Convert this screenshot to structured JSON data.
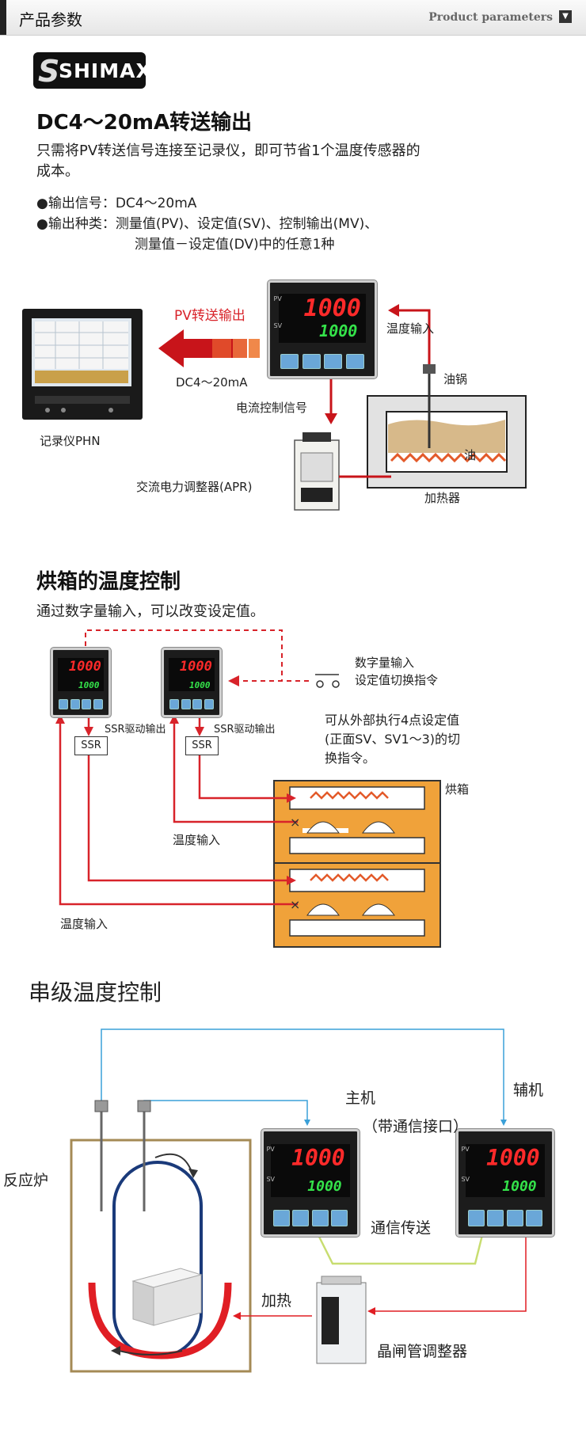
{
  "header": {
    "title": "产品参数",
    "subtitle": "Product parameters",
    "arrow": "▼"
  },
  "logo": {
    "text": "SHIMAX",
    "mark": "S"
  },
  "section1": {
    "title": "DC4～20mA转送输出",
    "desc_line1": "只需将PV转送信号连接至记录仪，即可节省1个温度传感器的",
    "desc_line2": "成本。",
    "bullet1": "●输出信号：DC4～20mA",
    "bullet2": "●输出种类：测量值(PV)、设定值(SV)、控制输出(MV)、",
    "bullet2_cont": "测量值－设定值(DV)中的任意1种",
    "labels": {
      "pv_out": "PV转送输出",
      "dc": "DC4～20mA",
      "recorder": "记录仪PHN",
      "current_signal": "电流控制信号",
      "temp_in": "温度输入",
      "oil_pot": "油锅",
      "oil": "油",
      "heater": "加热器",
      "apr": "交流电力调整器(APR)"
    }
  },
  "section2": {
    "title": "烘箱的温度控制",
    "desc": "通过数字量输入，可以改变设定值。",
    "labels": {
      "digital_in": "数字量输入",
      "sv_switch": "设定值切换指令",
      "note_line1": "可从外部执行4点设定值",
      "note_line2": "(正面SV、SV1～3)的切",
      "note_line3": "换指令。",
      "oven": "烘箱",
      "ssr_drive_1": "SSR驱动输出",
      "ssr_drive_2": "SSR驱动输出",
      "ssr_1": "SSR",
      "ssr_2": "SSR",
      "temp_in_1": "温度输入",
      "temp_in_2": "温度输入"
    }
  },
  "section3": {
    "title": "串级温度控制",
    "labels": {
      "master": "主机",
      "master_sub": "（带通信接口）",
      "slave": "辅机",
      "reactor": "反应炉",
      "comm": "通信传送",
      "heat": "加热",
      "thyristor": "晶闸管调整器"
    }
  },
  "controller": {
    "pv_tag": "PV",
    "sv_tag": "SV",
    "pv_value": "1000",
    "sv_value": "1000"
  },
  "colors": {
    "accent_red": "#d8232a",
    "oven_orange": "#f0a23a",
    "link_blue": "#3aa0d8",
    "comm_green": "#c8dd70"
  }
}
